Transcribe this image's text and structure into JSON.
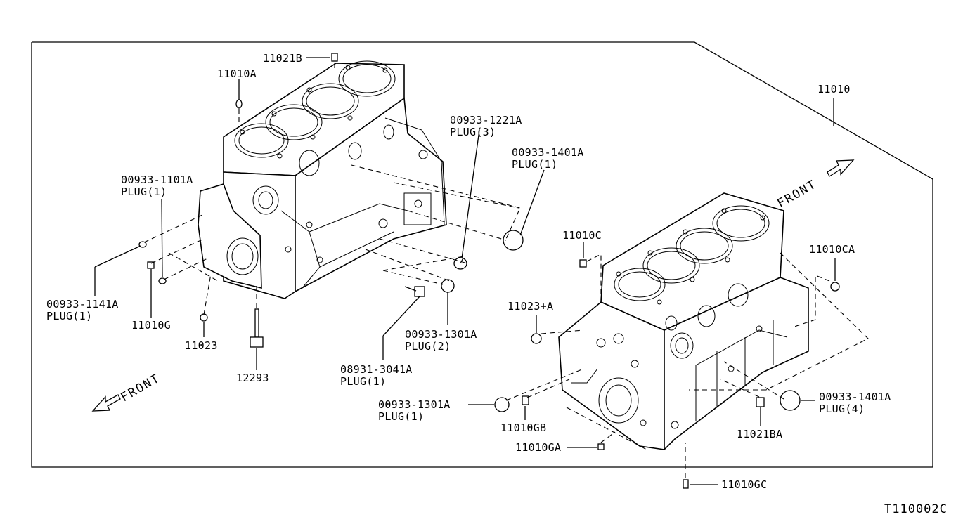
{
  "diagram": {
    "reference_code": "T110002C",
    "front_label": "FRONT",
    "labels": {
      "p11021B": "11021B",
      "p11010A": "11010A",
      "p1221": "00933-1221A",
      "p1221_qty": "PLUG(3)",
      "p1401": "00933-1401A",
      "p1401_qty": "PLUG(1)",
      "p1101": "00933-1101A",
      "p1101_qty": "PLUG(1)",
      "p1141": "00933-1141A",
      "p1141_qty": "PLUG(1)",
      "p11010G": "11010G",
      "p11023": "11023",
      "p12293": "12293",
      "p08931": "08931-3041A",
      "p08931_qty": "PLUG(1)",
      "p1301a": "00933-1301A",
      "p1301a_qty": "PLUG(2)",
      "p11010": "11010",
      "p11010C": "11010C",
      "p11010CA": "11010CA",
      "p11023A": "11023+A",
      "p1301b": "00933-1301A",
      "p1301b_qty": "PLUG(1)",
      "p11010GB": "11010GB",
      "p11010GA": "11010GA",
      "p1401b": "00933-1401A",
      "p1401b_qty": "PLUG(4)",
      "p11021BA": "11021BA",
      "p11010GC": "11010GC"
    }
  }
}
